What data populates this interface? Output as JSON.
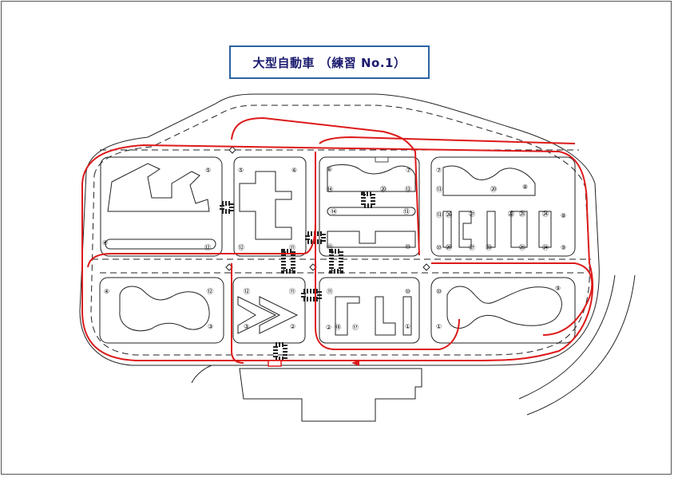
{
  "title": "大型自動車 （練習 No.1）",
  "colors": {
    "route": "#dd1a1a",
    "title_border": "#2b63a6",
    "title_text": "#1a1a6e",
    "lines": "#222222"
  },
  "icons": {
    "route_arrow": "arrow-left-icon",
    "junction_marker": "diamond-icon",
    "gate": "small-square-icon"
  },
  "markers": {
    "m1": "①",
    "m2": "②",
    "m3": "③",
    "m4": "④",
    "m5": "⑤",
    "m6": "⑥",
    "m7": "⑦",
    "m8": "⑧",
    "m9": "⑨",
    "m10": "⑩",
    "m11": "⑪",
    "m12": "⑫",
    "m13": "⑬",
    "m14": "⑭",
    "m15": "⑮",
    "m16": "⑯",
    "m17": "⑰",
    "m18": "⑱",
    "m19": "⑲",
    "m20": "⑳",
    "m21": "㉑",
    "m22": "㉒",
    "m23": "㉓",
    "m24": "㉔",
    "m25": "㉕",
    "m26": "㉖",
    "m27": "㉗"
  }
}
